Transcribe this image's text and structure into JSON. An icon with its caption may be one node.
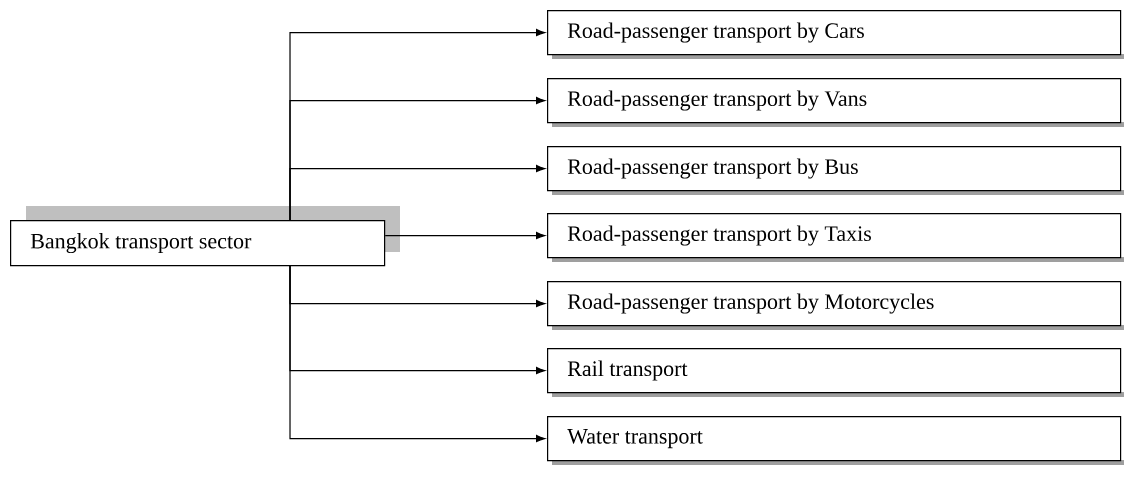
{
  "diagram": {
    "nodes": [
      {
        "text": [
          "Bangkok transport sector"
        ]
      },
      {
        "text": [
          "Road-passenger transport by Cars"
        ]
      },
      {
        "text": [
          "Road-passenger transport by Vans"
        ]
      },
      {
        "text": [
          "Road-passenger transport by Bus"
        ]
      },
      {
        "text": [
          "Road-passenger transport by Taxis"
        ]
      },
      {
        "text": [
          "Road-passenger transport by Motorcycles"
        ]
      },
      {
        "text": [
          "Rail transport"
        ]
      },
      {
        "text": [
          "Water transport"
        ]
      }
    ],
    "edges": [
      {
        "from": 0,
        "to": 1,
        "arrow": "to"
      },
      {
        "from": 0,
        "to": 2,
        "arrow": "to"
      },
      {
        "from": 0,
        "to": 3,
        "arrow": "to"
      },
      {
        "from": 0,
        "to": 4,
        "arrow": "to"
      },
      {
        "from": 0,
        "to": 5,
        "arrow": "to"
      },
      {
        "from": 0,
        "to": 6,
        "arrow": "to"
      },
      {
        "from": 0,
        "to": 7,
        "arrow": "to"
      }
    ]
  }
}
